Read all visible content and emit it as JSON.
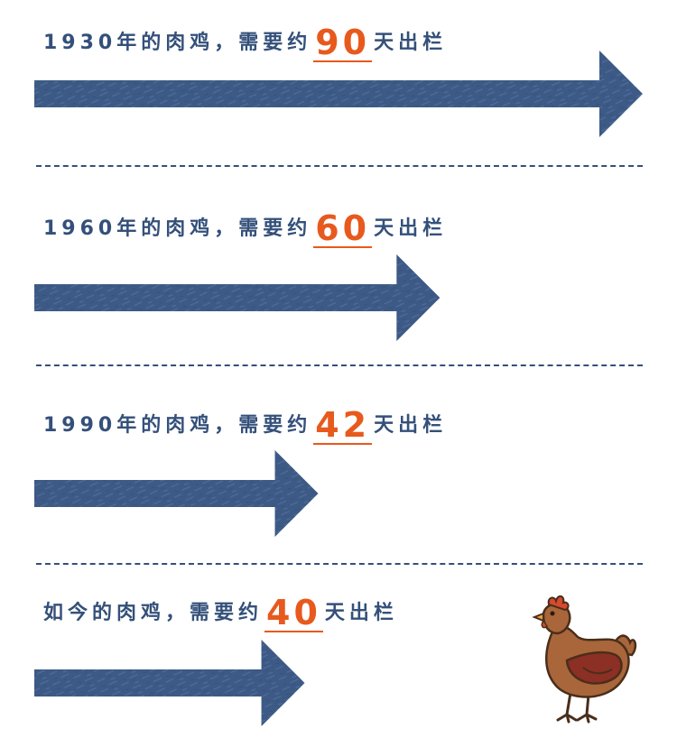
{
  "chart_data": {
    "type": "bar",
    "orientation": "horizontal",
    "unit": "天",
    "rows": [
      {
        "prefix": "1930年的肉鸡，需要约",
        "value": 90,
        "suffix": "天出栏"
      },
      {
        "prefix": "1960年的肉鸡，需要约",
        "value": 60,
        "suffix": "天出栏"
      },
      {
        "prefix": "1990年的肉鸡，需要约",
        "value": 42,
        "suffix": "天出栏"
      },
      {
        "prefix": "如今的肉鸡，需要约",
        "value": 40,
        "suffix": "天出栏"
      }
    ]
  },
  "colors": {
    "arrow": "#3c5a85",
    "arrow_texture": "#5a7aa6",
    "text": "#34507a",
    "highlight": "#e8591d",
    "divider": "#34507a"
  },
  "decoration": {
    "chicken": "hen-illustration"
  }
}
